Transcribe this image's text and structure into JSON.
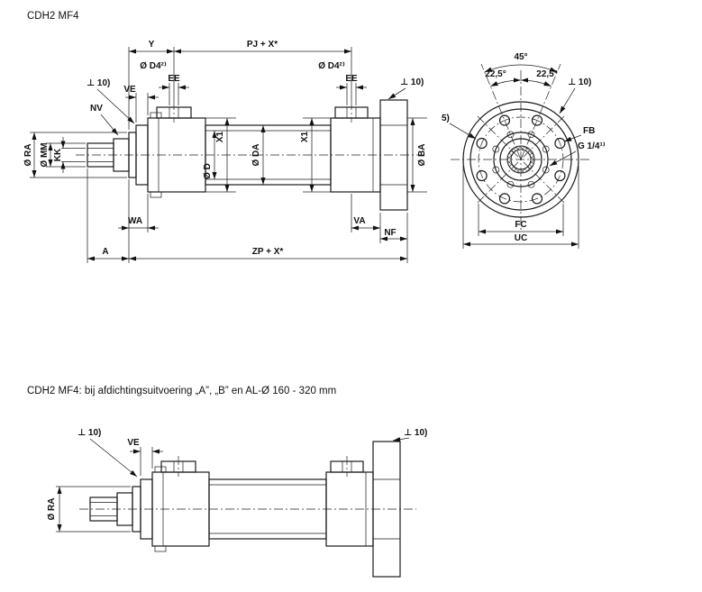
{
  "page": {
    "title": "CDH2 MF4",
    "section2_title": "CDH2 MF4: bij afdichtingsuitvoering „A”, „B” en AL-Ø 160 - 320 mm"
  },
  "main_view": {
    "labels": {
      "y": "Y",
      "pj_x": "PJ + X*",
      "d4_left": "Ø D4²⁾",
      "d4_right": "Ø D4²⁾",
      "ee_left": "EE",
      "ee_right": "EE",
      "flatness_left": "⊥ 10)",
      "flatness_right": "⊥ 10)",
      "ve": "VE",
      "nv": "NV",
      "ra": "Ø RA",
      "mm": "Ø MM",
      "kk": "KK",
      "d": "Ø D",
      "x1_left": "X1",
      "da": "Ø DA",
      "x1_right": "X1",
      "ba": "Ø BA",
      "wa": "WA",
      "va": "VA",
      "nf": "NF",
      "a": "A",
      "zp_x": "ZP + X*"
    }
  },
  "front_view": {
    "labels": {
      "angle_45": "45°",
      "angle_225_left": "22,5°",
      "angle_225_right": "22,5°",
      "flatness": "⊥ 10)",
      "note_5": "5)",
      "fb": "FB",
      "g_port": "G 1/4¹⁾",
      "fc": "FC",
      "uc": "UC"
    }
  },
  "bottom_view": {
    "labels": {
      "flatness_left": "⊥ 10)",
      "flatness_right": "⊥ 10)",
      "ve": "VE",
      "ra": "Ø RA"
    }
  }
}
